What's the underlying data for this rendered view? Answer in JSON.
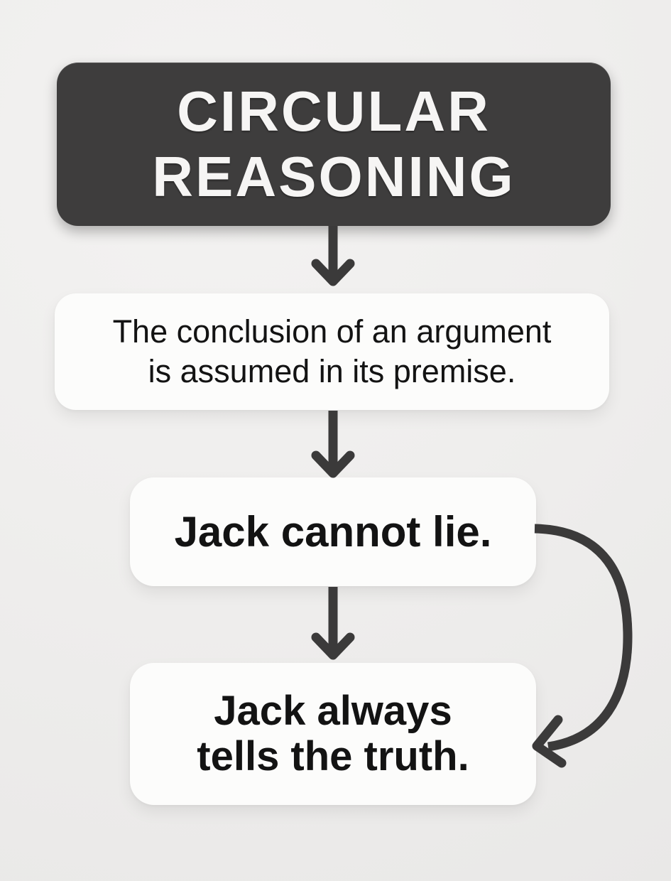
{
  "palette": {
    "background": "#efeeed",
    "title_box_fill": "#3e3d3d",
    "title_text": "#f6f5f4",
    "card_fill": "#fcfcfb",
    "body_text": "#131313",
    "arrow_color": "#3b3a3a"
  },
  "diagram": {
    "type": "flowchart",
    "title": {
      "line1": "CIRCULAR",
      "line2": "REASONING"
    },
    "definition": {
      "line1": "The conclusion of an argument",
      "line2": "is assumed in its premise."
    },
    "premise": {
      "text": "Jack cannot lie."
    },
    "conclusion": {
      "line1": "Jack always",
      "line2": "tells the truth."
    },
    "connectors": [
      {
        "from": "title",
        "to": "definition",
        "shape": "straight-down-arrow"
      },
      {
        "from": "definition",
        "to": "premise",
        "shape": "straight-down-arrow"
      },
      {
        "from": "premise",
        "to": "conclusion",
        "shape": "straight-down-arrow"
      },
      {
        "from": "premise",
        "to": "conclusion",
        "shape": "curved-loop-arrow-right-side"
      }
    ]
  }
}
